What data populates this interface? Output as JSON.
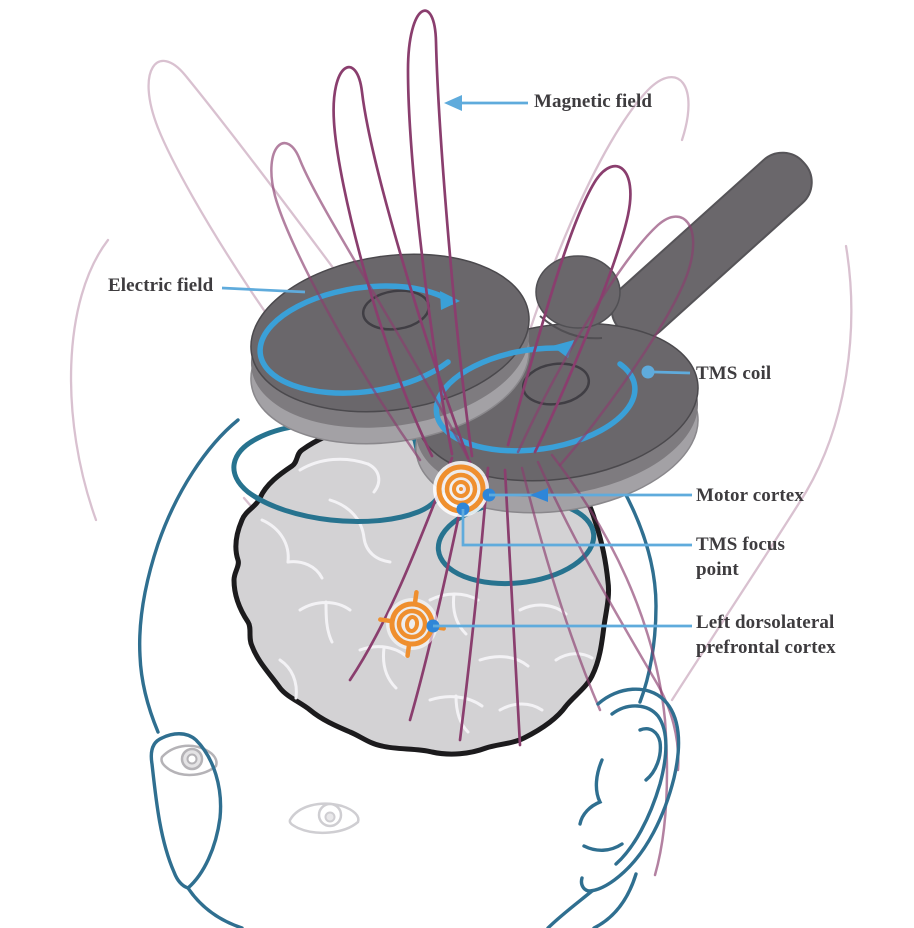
{
  "figure": {
    "labels": {
      "magnetic_field": "Magnetic field",
      "electric_field": "Electric field",
      "tms_coil": "TMS coil",
      "motor_cortex": "Motor cortex",
      "tms_focus_point": "TMS focus point",
      "dlpfc": "Left dorsolateral prefrontal cortex"
    },
    "colors": {
      "background": "#ffffff",
      "label_text": "#3e3c3f",
      "leader_line": "#5fabdc",
      "leader_dot": "#2e86d8",
      "magnetic_field_line": "#8a3e6e",
      "electric_field_ring": "#3aa0d8",
      "induced_current": "#27738f",
      "head_outline": "#2f6f90",
      "brain_fill": "#d3d2d4",
      "brain_outline": "#1c1b1d",
      "coil_body": "#6a676b",
      "coil_mid": "#7e7b7f",
      "coil_side": "#a3a1a5",
      "target_orange": "#ef8f2e"
    }
  }
}
